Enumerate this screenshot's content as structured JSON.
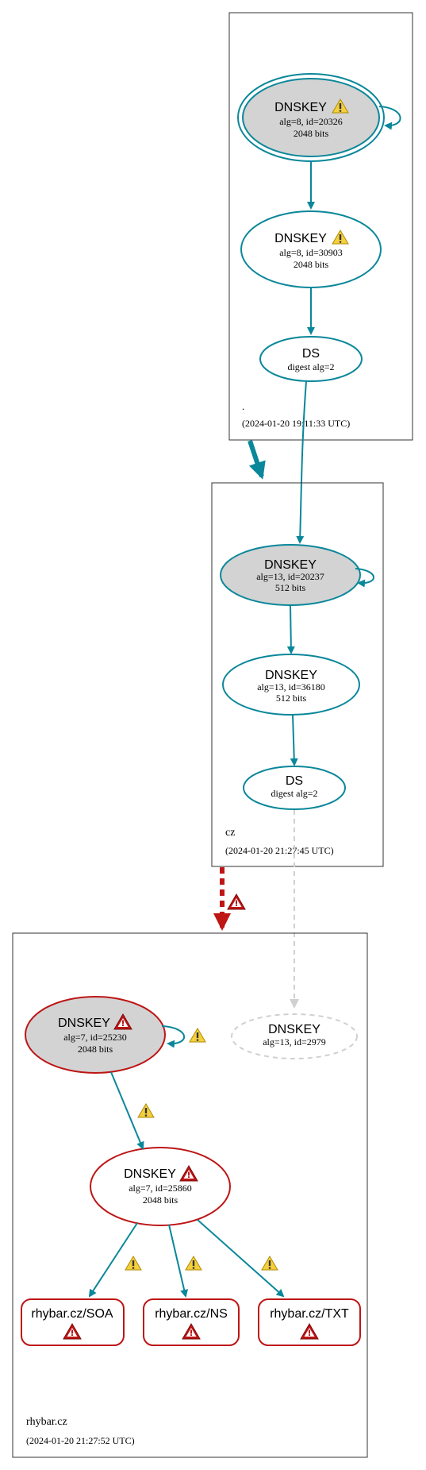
{
  "zones": {
    "root": {
      "name": ".",
      "timestamp": "(2024-01-20 19:11:33 UTC)"
    },
    "cz": {
      "name": "cz",
      "timestamp": "(2024-01-20 21:27:45 UTC)"
    },
    "rhybar": {
      "name": "rhybar.cz",
      "timestamp": "(2024-01-20 21:27:52 UTC)"
    }
  },
  "nodes": {
    "root_ksk": {
      "title": "DNSKEY",
      "line1": "alg=8, id=20326",
      "line2": "2048 bits"
    },
    "root_zsk": {
      "title": "DNSKEY",
      "line1": "alg=8, id=30903",
      "line2": "2048 bits"
    },
    "root_ds": {
      "title": "DS",
      "line1": "digest alg=2"
    },
    "cz_ksk": {
      "title": "DNSKEY",
      "line1": "alg=13, id=20237",
      "line2": "512 bits"
    },
    "cz_zsk": {
      "title": "DNSKEY",
      "line1": "alg=13, id=36180",
      "line2": "512 bits"
    },
    "cz_ds": {
      "title": "DS",
      "line1": "digest alg=2"
    },
    "rhybar_ksk": {
      "title": "DNSKEY",
      "line1": "alg=7, id=25230",
      "line2": "2048 bits"
    },
    "rhybar_missing": {
      "title": "DNSKEY",
      "line1": "alg=13, id=2979"
    },
    "rhybar_zsk": {
      "title": "DNSKEY",
      "line1": "alg=7, id=25860",
      "line2": "2048 bits"
    },
    "rr_soa": {
      "title": "rhybar.cz/SOA"
    },
    "rr_ns": {
      "title": "rhybar.cz/NS"
    },
    "rr_txt": {
      "title": "rhybar.cz/TXT"
    }
  },
  "colors": {
    "secure": "#0a879a",
    "bogus": "#be1515",
    "insecure_dashed": "#d0d0d0",
    "ksk_fill": "#d3d3d3",
    "warning_yellow": "#f4d03f",
    "error_red": "#be1515"
  },
  "icons": {
    "warning": "warning-triangle-icon",
    "error": "error-triangle-icon"
  }
}
